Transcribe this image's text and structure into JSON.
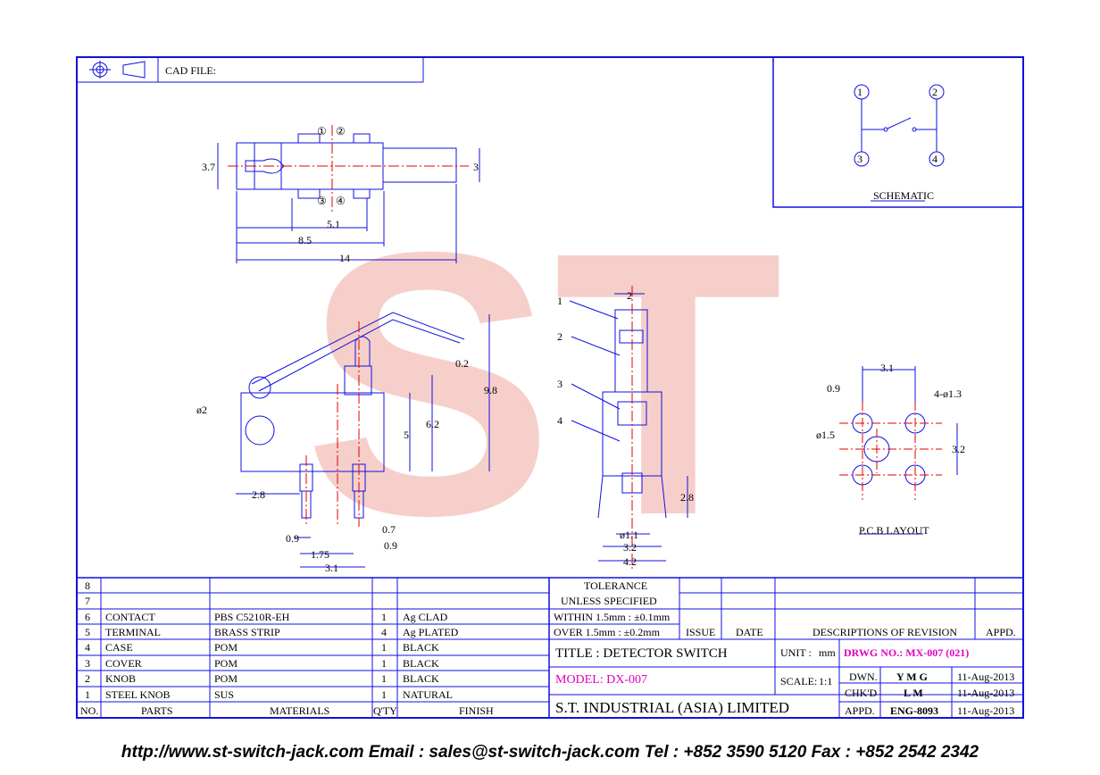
{
  "cad_file_label": "CAD FILE:",
  "pin_labels": [
    "①",
    "②",
    "③",
    "④"
  ],
  "schematic": {
    "pins": [
      "1",
      "2",
      "3",
      "4"
    ],
    "title": "SCHEMATIC"
  },
  "top_view_dims": {
    "height": "3.7",
    "actuator": "3",
    "d1": "5.1",
    "d2": "8.5",
    "length": "14"
  },
  "side_view_dims": {
    "diameter": "ø2",
    "tip": "0.2",
    "total_height": "9.8",
    "body_height": "5",
    "mid_height": "6.2",
    "offset": "2.8",
    "pin_left": "0.9",
    "pin_spacing": "1.75",
    "pin_width": "0.7",
    "pin_right": "0.9",
    "total_pin": "3.1"
  },
  "front_view": {
    "callouts": [
      "1",
      "2",
      "3",
      "4"
    ],
    "top_width": "2",
    "side": "2.8",
    "pin_dia": "ø1.1",
    "inner": "3.2",
    "outer": "4.2"
  },
  "pcb_layout": {
    "title": "P.C.B LAYOUT",
    "top": "3.1",
    "left": "0.9",
    "holes": "4-ø1.3",
    "center": "ø1.5",
    "side": "3.2"
  },
  "watermark": "ST",
  "bom": {
    "rows": [
      {
        "no": "8",
        "part": "",
        "material": "",
        "qty": "",
        "finish": ""
      },
      {
        "no": "7",
        "part": "",
        "material": "",
        "qty": "",
        "finish": ""
      },
      {
        "no": "6",
        "part": "CONTACT",
        "material": "PBS C5210R-EH",
        "qty": "1",
        "finish": "Ag CLAD"
      },
      {
        "no": "5",
        "part": "TERMINAL",
        "material": "BRASS STRIP",
        "qty": "4",
        "finish": "Ag PLATED"
      },
      {
        "no": "4",
        "part": "CASE",
        "material": "POM",
        "qty": "1",
        "finish": "BLACK"
      },
      {
        "no": "3",
        "part": "COVER",
        "material": "POM",
        "qty": "1",
        "finish": "BLACK"
      },
      {
        "no": "2",
        "part": "KNOB",
        "material": "POM",
        "qty": "1",
        "finish": "BLACK"
      },
      {
        "no": "1",
        "part": "STEEL KNOB",
        "material": "SUS",
        "qty": "1",
        "finish": "NATURAL"
      }
    ],
    "headers": {
      "no": "NO.",
      "parts": "PARTS",
      "materials": "MATERIALS",
      "qty": "Q'TY",
      "finish": "FINISH"
    }
  },
  "tolerance": {
    "line1": "TOLERANCE",
    "line2": "UNLESS  SPECIFIED",
    "within": "WITHIN  1.5mm : ±0.1mm",
    "over": "OVER    1.5mm : ±0.2mm"
  },
  "revision": {
    "issue": "ISSUE",
    "date": "DATE",
    "desc": "DESCRIPTIONS  OF  REVISION",
    "appd": "APPD."
  },
  "title_block": {
    "title": "TITLE : DETECTOR SWITCH",
    "unit_label": "UNIT :",
    "unit": "mm",
    "drwg": "DRWG NO.: MX-007 (021)",
    "model": "MODEL: DX-007",
    "scale_label": "SCALE:",
    "scale": "1:1",
    "company": "S.T.  INDUSTRIAL  (ASIA)  LIMITED",
    "dwn_label": "DWN.",
    "dwn": "Y M G",
    "dwn_date": "11-Aug-2013",
    "chkd_label": "CHK'D",
    "chkd": "L M",
    "chkd_date": "11-Aug-2013",
    "appd_label": "APPD.",
    "appd": "ENG-8093",
    "appd_date": "11-Aug-2013"
  },
  "footer": "http://www.st-switch-jack.com  Email : sales@st-switch-jack.com  Tel : +852 3590 5120  Fax : +852 2542 2342",
  "colors": {
    "border": "#1010e0",
    "center_line": "#e00000",
    "watermark": "#f4b0aa",
    "magenta": "#e000c0"
  }
}
